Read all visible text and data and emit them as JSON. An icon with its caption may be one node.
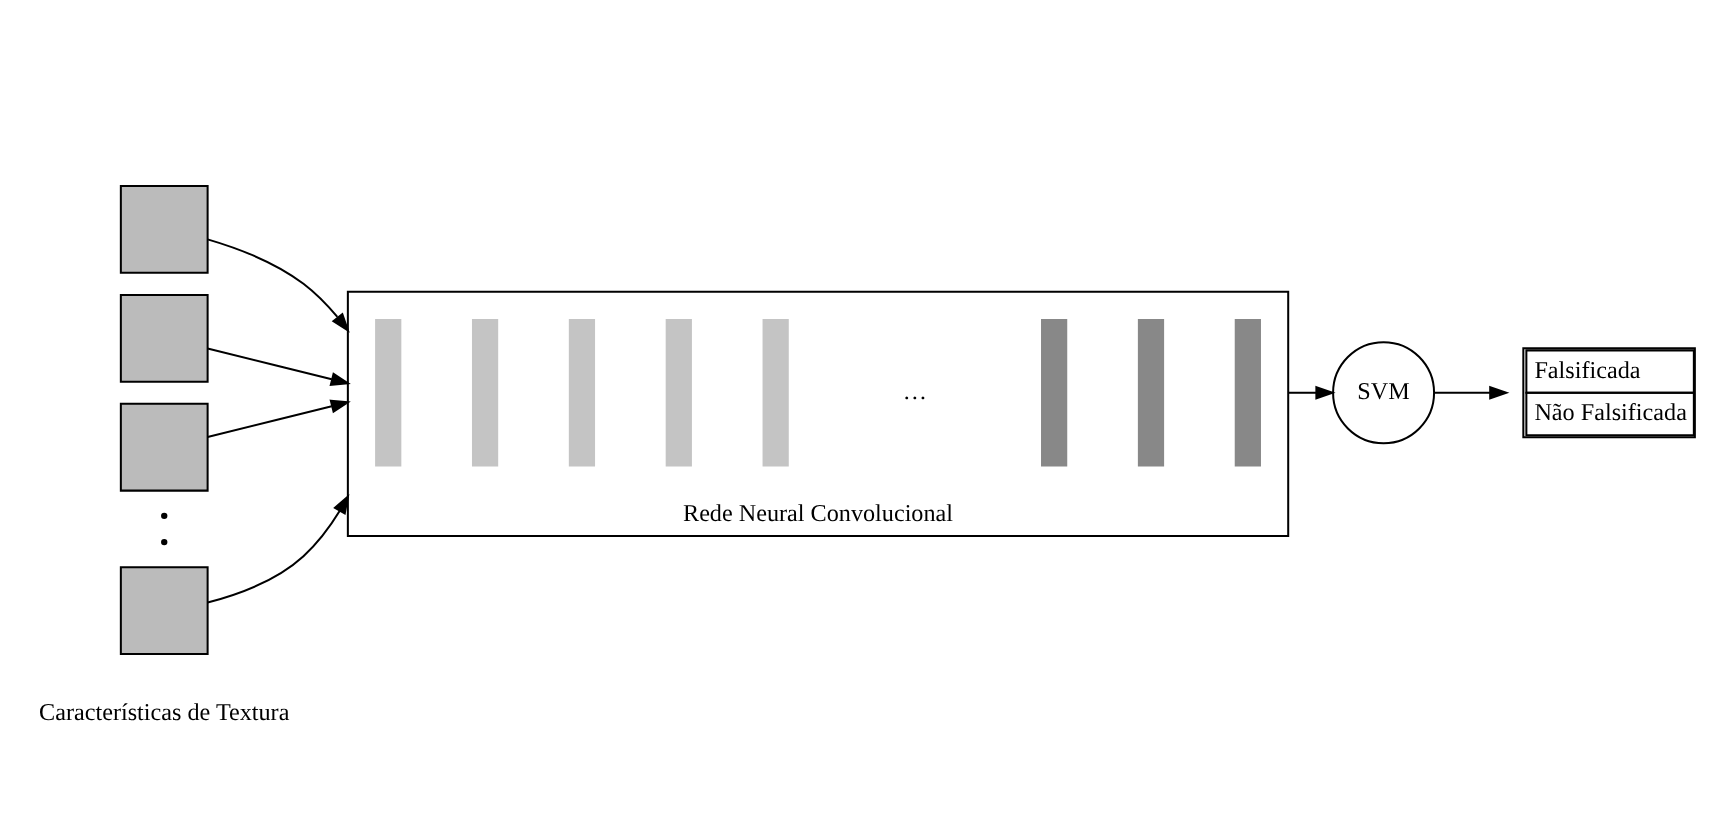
{
  "diagram": {
    "nodes": [
      {
        "text": [],
        "shape": "box"
      },
      {
        "text": [],
        "shape": "box"
      },
      {
        "text": [],
        "shape": "box"
      },
      {
        "text": [],
        "shape": "box"
      },
      {
        "text": [
          "Rede Neural Convolucional"
        ]
      },
      {
        "text": [],
        "shape": "bar",
        "in": 4
      },
      {
        "text": [],
        "shape": "bar",
        "in": 4
      },
      {
        "text": [],
        "shape": "bar",
        "in": 4
      },
      {
        "text": [],
        "shape": "bar",
        "in": 4
      },
      {
        "text": [],
        "shape": "bar",
        "in": 4
      },
      {
        "text": [],
        "shape": "bar",
        "in": 4
      },
      {
        "text": [],
        "shape": "bar",
        "in": 4
      },
      {
        "text": [],
        "shape": "bar",
        "in": 4
      },
      {
        "text": [
          "SVM"
        ]
      },
      {
        "text": [
          "Falsificada",
          "Não Falsificada"
        ]
      }
    ],
    "edges": [
      {
        "from": 0,
        "to": 4,
        "arrow": "to"
      },
      {
        "from": 1,
        "to": 4,
        "arrow": "to"
      },
      {
        "from": 2,
        "to": 4,
        "arrow": "to"
      },
      {
        "from": 3,
        "to": 4,
        "arrow": "to"
      },
      {
        "from": 4,
        "to": 13,
        "arrow": "to"
      },
      {
        "from": 13,
        "to": 14,
        "arrow": "to"
      }
    ],
    "labels": [
      "…",
      "Características de Textura"
    ]
  }
}
